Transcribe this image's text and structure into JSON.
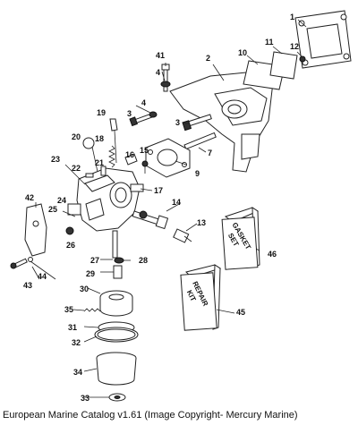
{
  "caption": "European Marine Catalog v1.61 (Image Copyright- Mercury Marine)",
  "box_labels": {
    "gasket_set": [
      "GASKET",
      "SET"
    ],
    "repair_kit": [
      "REPAIR",
      "KIT"
    ]
  },
  "callouts": {
    "c1": "1",
    "c2": "2",
    "c3a": "3",
    "c3b": "3",
    "c4a": "4",
    "c4b": "4",
    "c7": "7",
    "c9": "9",
    "c10": "10",
    "c11": "11",
    "c12": "12",
    "c13": "13",
    "c14": "14",
    "c15": "15",
    "c16": "16",
    "c17": "17",
    "c18": "18",
    "c19": "19",
    "c20": "20",
    "c21": "21",
    "c22": "22",
    "c23": "23",
    "c24": "24",
    "c25": "25",
    "c26": "26",
    "c27": "27",
    "c28": "28",
    "c29": "29",
    "c30": "30",
    "c31": "31",
    "c32": "32",
    "c33": "33",
    "c34": "34",
    "c35": "35",
    "c41": "41",
    "c42": "42",
    "c43": "43",
    "c44": "44",
    "c45": "45",
    "c46": "46"
  }
}
